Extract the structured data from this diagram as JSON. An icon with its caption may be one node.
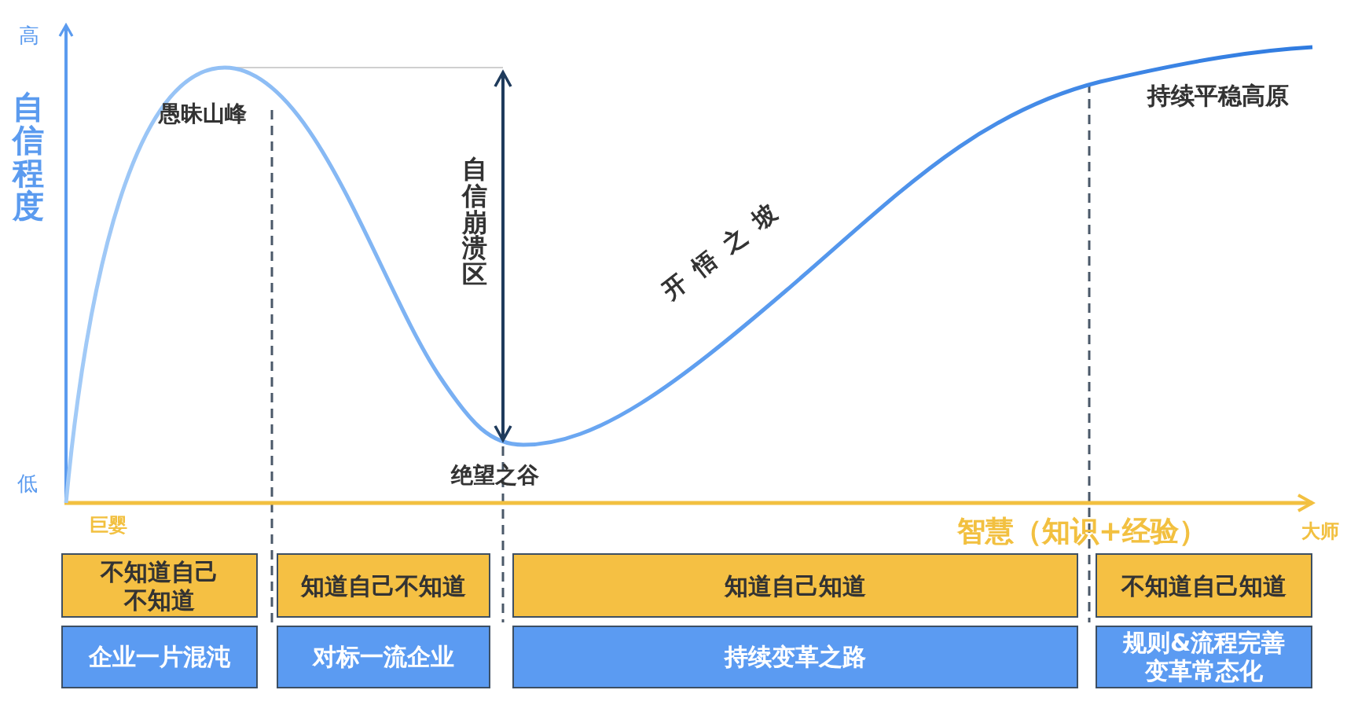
{
  "diagram": {
    "nodes": [
      {
        "text": [
          "不知道自己不知道"
        ]
      },
      {
        "text": [
          "知道自己不知道"
        ]
      },
      {
        "text": [
          "知道自己知道"
        ]
      },
      {
        "text": [
          "不知道自己知道"
        ]
      },
      {
        "text": [
          "企业一片混沌"
        ]
      },
      {
        "text": [
          "对标一流企业"
        ]
      },
      {
        "text": [
          "持续变革之路"
        ]
      },
      {
        "text": [
          "规则&流程完善变革常态化"
        ]
      }
    ],
    "labels": [
      "高",
      "自信程度",
      "愚昧山峰",
      "自信崩溃区",
      "持续平稳高原",
      "开悟之坡",
      "低",
      "绝望之谷",
      "巨婴",
      "智慧（知识+经验）",
      "大师"
    ]
  }
}
